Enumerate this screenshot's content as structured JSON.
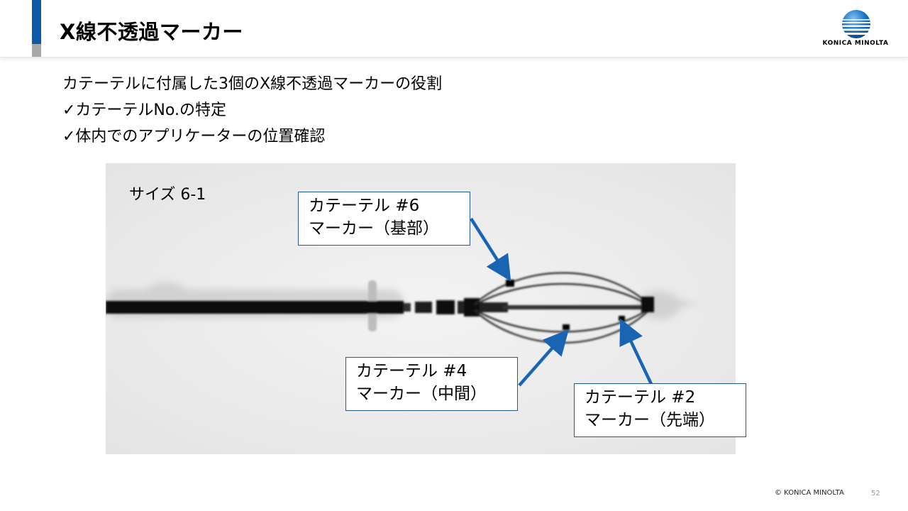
{
  "header": {
    "title": "X線不透過マーカー",
    "brand": "KONICA MINOLTA"
  },
  "bullets": [
    "カテーテルに付属した3個のX線不透過マーカーの役割",
    "✓カテーテルNo.の特定",
    "✓体内でのアプリケーターの位置確認"
  ],
  "figure": {
    "size_label": "サイズ 6-1",
    "callouts": [
      {
        "line1": "カテーテル #6",
        "line2": "マーカー（基部）"
      },
      {
        "line1": "カテーテル #4",
        "line2": "マーカー（中間）"
      },
      {
        "line1": "カテーテル #2",
        "line2": "マーカー（先端）"
      }
    ]
  },
  "colors": {
    "accent": "#0a5aa8",
    "arrow": "#1a64b4"
  },
  "footer": {
    "copyright": "© KONICA MINOLTA",
    "page_number": "52"
  }
}
